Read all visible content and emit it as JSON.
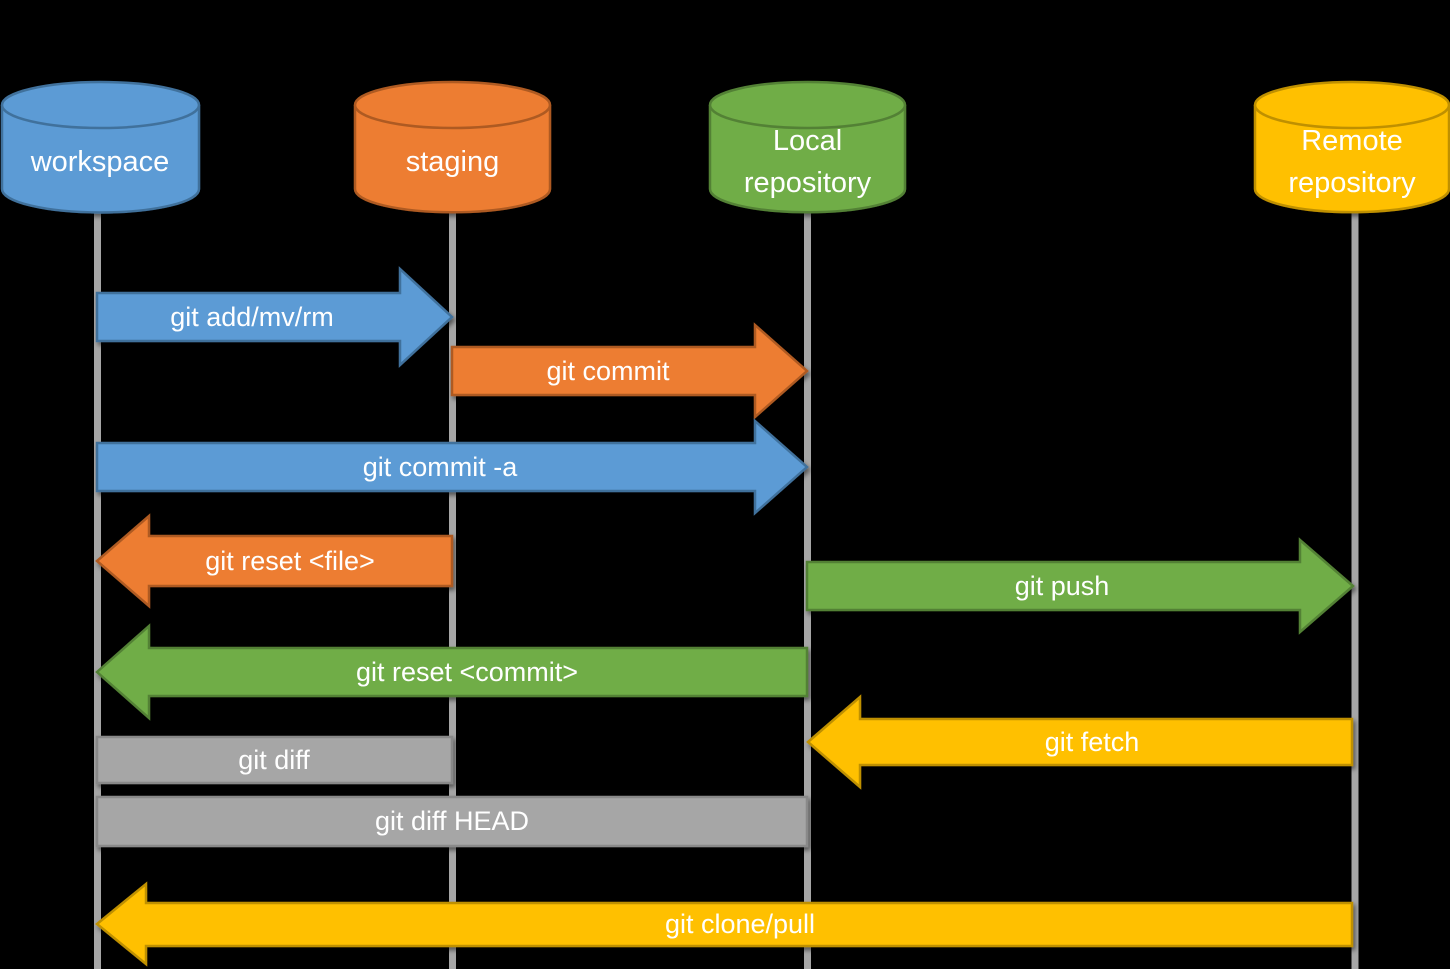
{
  "background_color": "#000000",
  "lifelines": {
    "color": "#A6A6A6",
    "items": [
      {
        "node": "workspace"
      },
      {
        "node": "staging"
      },
      {
        "node": "local-repository"
      },
      {
        "node": "remote-repository"
      }
    ]
  },
  "nodes": [
    {
      "id": "workspace",
      "line1": "workspace",
      "line2": "",
      "fill": "#5B9BD5",
      "stroke": "#41719C"
    },
    {
      "id": "staging",
      "line1": "staging",
      "line2": "",
      "fill": "#ED7D31",
      "stroke": "#AE5A21"
    },
    {
      "id": "local-repository",
      "line1": "Local",
      "line2": "repository",
      "fill": "#70AD47",
      "stroke": "#538135"
    },
    {
      "id": "remote-repository",
      "line1": "Remote",
      "line2": "repository",
      "fill": "#FFC000",
      "stroke": "#BF9000"
    }
  ],
  "arrows": [
    {
      "label": "git add/mv/rm",
      "from": "workspace",
      "to": "staging",
      "direction": "right",
      "fill": "#5B9BD5",
      "stroke": "#41719C"
    },
    {
      "label": "git commit",
      "from": "staging",
      "to": "local-repository",
      "direction": "right",
      "fill": "#ED7D31",
      "stroke": "#AE5A21"
    },
    {
      "label": "git commit -a",
      "from": "workspace",
      "to": "local-repository",
      "direction": "right",
      "fill": "#5B9BD5",
      "stroke": "#41719C"
    },
    {
      "label": "git reset <file>",
      "from": "staging",
      "to": "workspace",
      "direction": "left",
      "fill": "#ED7D31",
      "stroke": "#AE5A21"
    },
    {
      "label": "git push",
      "from": "local-repository",
      "to": "remote-repository",
      "direction": "right",
      "fill": "#70AD47",
      "stroke": "#538135"
    },
    {
      "label": "git reset <commit>",
      "from": "local-repository",
      "to": "workspace",
      "direction": "left",
      "fill": "#70AD47",
      "stroke": "#538135"
    },
    {
      "label": "git fetch",
      "from": "remote-repository",
      "to": "local-repository",
      "direction": "left",
      "fill": "#FFC000",
      "stroke": "#BF9000"
    },
    {
      "label": "git diff",
      "from": "workspace",
      "to": "staging",
      "direction": "none",
      "fill": "#A6A6A6",
      "stroke": "#898989"
    },
    {
      "label": "git diff HEAD",
      "from": "workspace",
      "to": "local-repository",
      "direction": "none",
      "fill": "#A6A6A6",
      "stroke": "#898989"
    },
    {
      "label": "git clone/pull",
      "from": "remote-repository",
      "to": "workspace",
      "direction": "left",
      "fill": "#FFC000",
      "stroke": "#BF9000"
    }
  ],
  "text_color": "#FFFFFF"
}
